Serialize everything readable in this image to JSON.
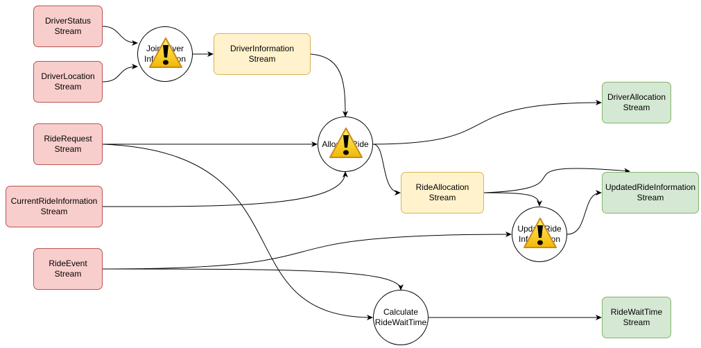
{
  "nodes": {
    "driver_status": "DriverStatus\nStream",
    "driver_location": "DriverLocation\nStream",
    "ride_request": "RideRequest\nStream",
    "current_ride_information": "CurrentRideInformation\nStream",
    "ride_event": "RideEvent\nStream",
    "join_driver_information": "JoinDriver\nInformation",
    "driver_information": "DriverInformation\nStream",
    "allocate_ride": "AllocateRide",
    "ride_allocation": "RideAllocation\nStream",
    "update_ride_information": "UpdateRide\nInformation",
    "calculate_ride_wait_time": "Calculate\nRideWaitTime",
    "driver_allocation": "DriverAllocation\nStream",
    "updated_ride_information": "UpdatedRideInformation\nStream",
    "ride_wait_time": "RideWaitTime\nStream"
  },
  "colors": {
    "input_fill": "#f8cecc",
    "input_stroke": "#b85450",
    "intermediate_fill": "#fff2cc",
    "intermediate_stroke": "#d6b656",
    "output_fill": "#d5e8d4",
    "output_stroke": "#82b366",
    "warning_fill": "#f5d21b",
    "warning_stroke": "#c98a1a"
  },
  "icons": {
    "process_warning": "warning-triangle-icon"
  }
}
